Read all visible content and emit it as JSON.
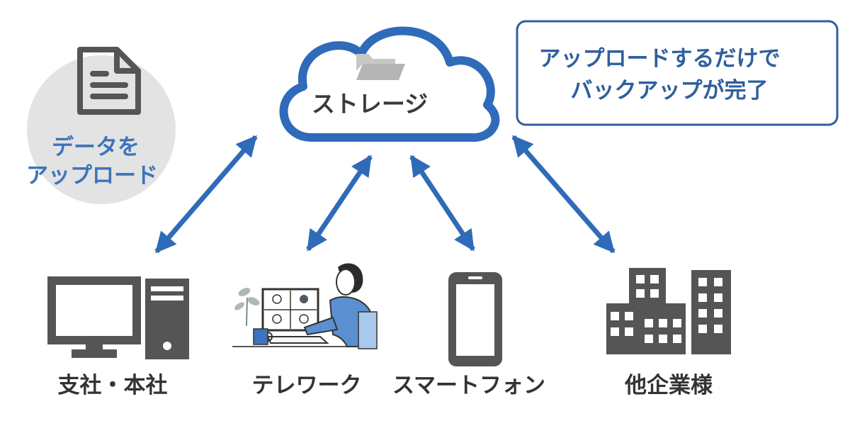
{
  "storage": {
    "label": "ストレージ",
    "icons": [
      "cloud-icon",
      "folder-icon"
    ]
  },
  "upload": {
    "line1": "データを",
    "line2": "アップロード",
    "icon": "document-icon"
  },
  "note": {
    "line1": "アップロードするだけで",
    "line2": "バックアップが完了"
  },
  "nodes": [
    {
      "label": "支社・本社",
      "icon": "desktop-computer-icon"
    },
    {
      "label": "テレワーク",
      "icon": "telework-person-icon"
    },
    {
      "label": "スマートフォン",
      "icon": "smartphone-icon"
    },
    {
      "label": "他企業様",
      "icon": "office-buildings-icon"
    }
  ],
  "colors": {
    "accent_blue": "#2f6bb8",
    "text_blue": "#3d74bd",
    "icon_gray": "#555555",
    "circle_gray": "#e3e3e3",
    "label_dark": "#333333"
  }
}
